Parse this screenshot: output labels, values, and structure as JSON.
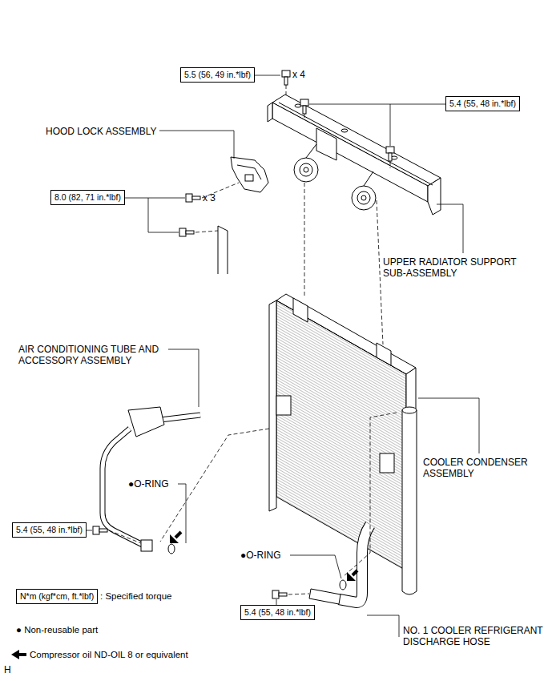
{
  "diagram": {
    "nodes": [
      {
        "text": [
          "5.5 (56, 49 in.*lbf)"
        ]
      },
      {
        "text": [
          "5.4 (55, 48 in.*lbf)"
        ]
      },
      {
        "text": [
          "8.0 (82, 71 in.*lbf)"
        ]
      },
      {
        "text": [
          "5.4 (55, 48 in.*lbf)"
        ]
      },
      {
        "text": [
          "N*m (kgf*cm, ft.*lbf)"
        ]
      },
      {
        "text": [
          "5.4 (55, 48 in.*lbf)"
        ]
      }
    ],
    "labels": [
      "HOOD LOCK ASSEMBLY",
      "x 4",
      "x 3",
      "UPPER RADIATOR SUPPORT SUB-ASSEMBLY",
      "AIR CONDITIONING TUBE AND ACCESSORY ASSEMBLY",
      "●O-RING",
      "COOLER CONDENSER ASSEMBLY",
      "●O-RING",
      "NO. 1 COOLER REFRIGERANT DISCHARGE HOSE",
      "H"
    ],
    "legend": [
      {
        "text": ": Specified torque"
      },
      {
        "text": "● Non-reusable part"
      },
      {
        "text": "Compressor oil ND-OIL 8 or equivalent"
      }
    ]
  }
}
